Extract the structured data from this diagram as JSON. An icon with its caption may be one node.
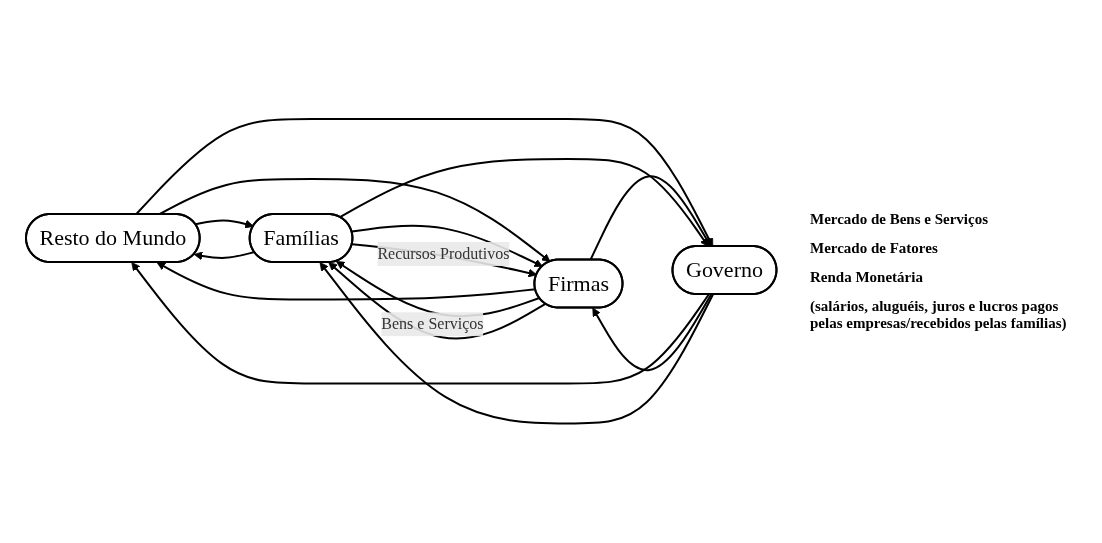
{
  "diagram": {
    "nodes": [
      {
        "text": [
          "Resto do Mundo"
        ]
      },
      {
        "text": [
          "Firmas"
        ]
      },
      {
        "text": [
          "Governo"
        ]
      },
      {
        "text": [
          "Famílias"
        ]
      }
    ],
    "edges": [
      {
        "from": 3,
        "to": 0,
        "arrow": "to"
      },
      {
        "from": 0,
        "to": 3,
        "arrow": "to"
      },
      {
        "from": 0,
        "to": 1,
        "arrow": "to"
      },
      {
        "from": 1,
        "to": 0,
        "arrow": "to"
      },
      {
        "from": 2,
        "to": 0,
        "arrow": "to"
      },
      {
        "from": 0,
        "to": 2,
        "arrow": "to"
      },
      {
        "from": 3,
        "to": 1,
        "arrow": "to"
      },
      {
        "from": 1,
        "to": 3,
        "arrow": "to",
        "label": "Bens e Serviços"
      },
      {
        "from": 2,
        "to": 1,
        "arrow": "to"
      },
      {
        "from": 1,
        "to": 2,
        "arrow": "to"
      },
      {
        "from": 3,
        "to": 2,
        "arrow": "to"
      },
      {
        "from": 2,
        "to": 3,
        "arrow": "to"
      },
      {
        "from": 3,
        "to": 1,
        "arrow": "to",
        "label": "Recursos Produtivos"
      },
      {
        "from": 1,
        "to": 3,
        "arrow": "to"
      }
    ],
    "labels": [
      "Mercado de Bens e Serviços",
      "Mercado de Fatores",
      "Renda Monetária",
      "(salários, aluguéis, juros e lucros pagos pelas empresas/recebidos pelas famílias)"
    ]
  }
}
